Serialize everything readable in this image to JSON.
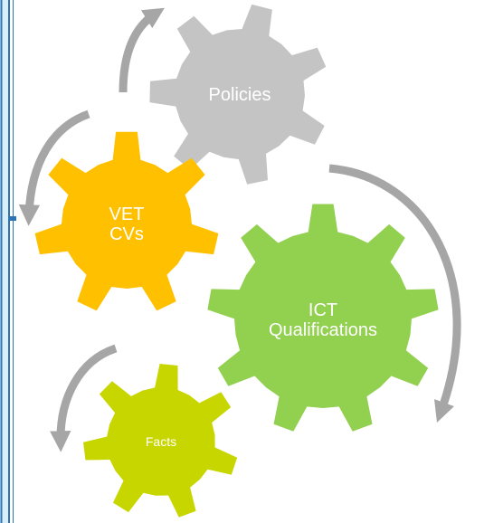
{
  "gears": [
    {
      "id": "policies",
      "lines": [
        "Policies"
      ],
      "color": "#c4c4c4"
    },
    {
      "id": "vet-cvs",
      "lines": [
        "VET",
        "CVs"
      ],
      "color": "#ffc000"
    },
    {
      "id": "ict-qualifications",
      "lines": [
        "ICT",
        "Qualifications"
      ],
      "color": "#92d050"
    },
    {
      "id": "facts",
      "lines": [
        "Facts"
      ],
      "color": "#c8d600"
    }
  ],
  "colors": {
    "arrow": "#a6a6a6",
    "sidebar_fill": "#daeef7",
    "sidebar_line": "#2e74b5"
  }
}
